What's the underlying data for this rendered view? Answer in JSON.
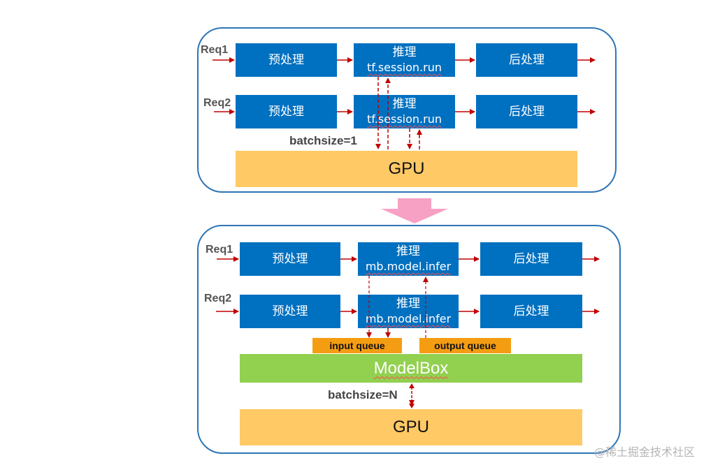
{
  "top": {
    "req1": "Req1",
    "req2": "Req2",
    "pre": "预处理",
    "infer_title": "推理",
    "infer_call": "tf.session.run",
    "post": "后处理",
    "batch": "batchsize=1",
    "gpu": "GPU"
  },
  "bottom": {
    "req1": "Req1",
    "req2": "Req2",
    "pre": "预处理",
    "infer_title": "推理",
    "infer_call": "mb.model.infer",
    "post": "后处理",
    "input_queue": "input queue",
    "output_queue": "output queue",
    "modelbox": "ModelBox",
    "batch": "batchsize=N",
    "gpu": "GPU"
  },
  "watermark": "@稀土掘金技术社区",
  "colors": {
    "panel_border": "#2e75b6",
    "box": "#0070c0",
    "gpu": "#ffc966",
    "queue": "#f59d12",
    "modelbox": "#92d050",
    "arrow": "#c00000",
    "transition_arrow": "#f7a1c4"
  }
}
